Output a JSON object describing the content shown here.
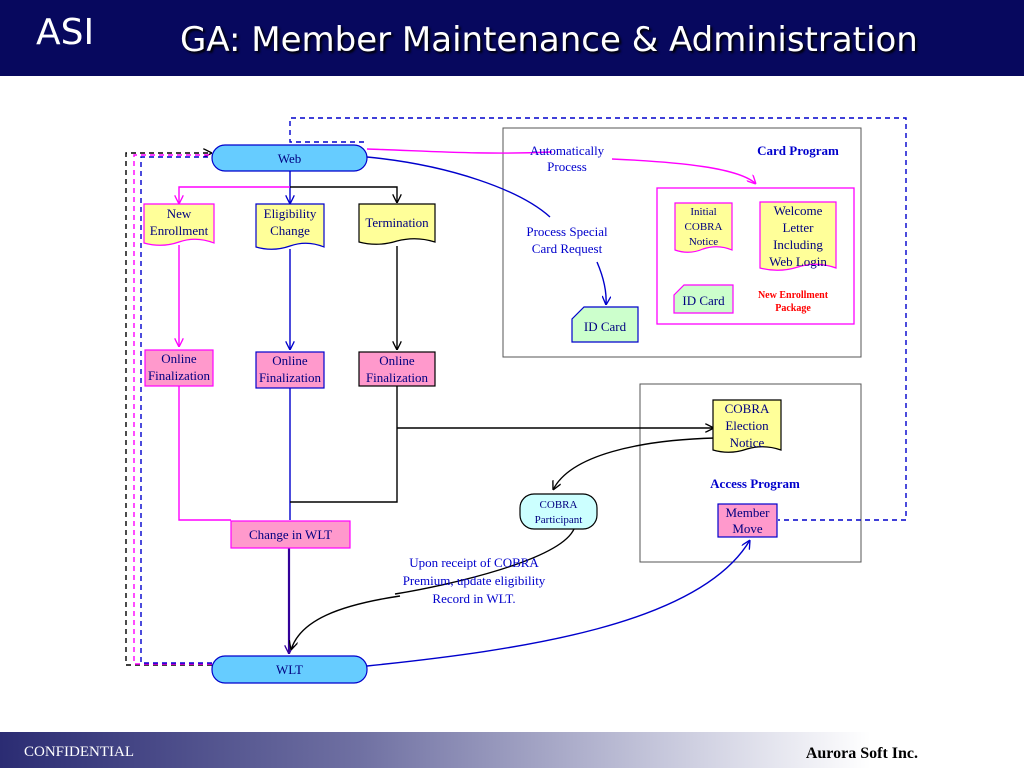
{
  "header": {
    "logo": "ASI",
    "title": "GA: Member Maintenance & Administration"
  },
  "footer": {
    "left": "CONFIDENTIAL",
    "right": "Aurora Soft Inc."
  },
  "diagram": {
    "web": "Web",
    "wlt": "WLT",
    "new_enrollment": [
      "New",
      "Enrollment"
    ],
    "eligibility_change": [
      "Eligibility",
      "Change"
    ],
    "termination": "Termination",
    "online_finalization": [
      "Online",
      "Finalization"
    ],
    "change_in_wlt": "Change in WLT",
    "automatically_process": [
      "Automatically",
      "Process"
    ],
    "process_special": [
      "Process Special",
      "Card Request"
    ],
    "card_program": "Card Program",
    "initial_cobra_notice": [
      "Initial",
      "COBRA",
      "Notice"
    ],
    "welcome_letter": [
      "Welcome",
      "Letter",
      "Including",
      "Web Login"
    ],
    "id_card": "ID Card",
    "new_enrollment_package": [
      "New Enrollment",
      "Package"
    ],
    "cobra_election_notice": [
      "COBRA",
      "Election",
      "Notice"
    ],
    "access_program": "Access Program",
    "member_move": [
      "Member",
      "Move"
    ],
    "cobra_participant": [
      "COBRA",
      "Participant"
    ],
    "upon_receipt": [
      "Upon receipt of COBRA",
      "Premium, update eligibility",
      "Record in WLT."
    ]
  },
  "colors": {
    "header_bg": "#07085e",
    "blue_line": "#0000cc",
    "magenta_line": "#ff00ff",
    "yellow_fill": "#ffff99",
    "pink_fill": "#ff99cc",
    "green_fill": "#ccffcc",
    "cyan_fill": "#66ccff"
  }
}
